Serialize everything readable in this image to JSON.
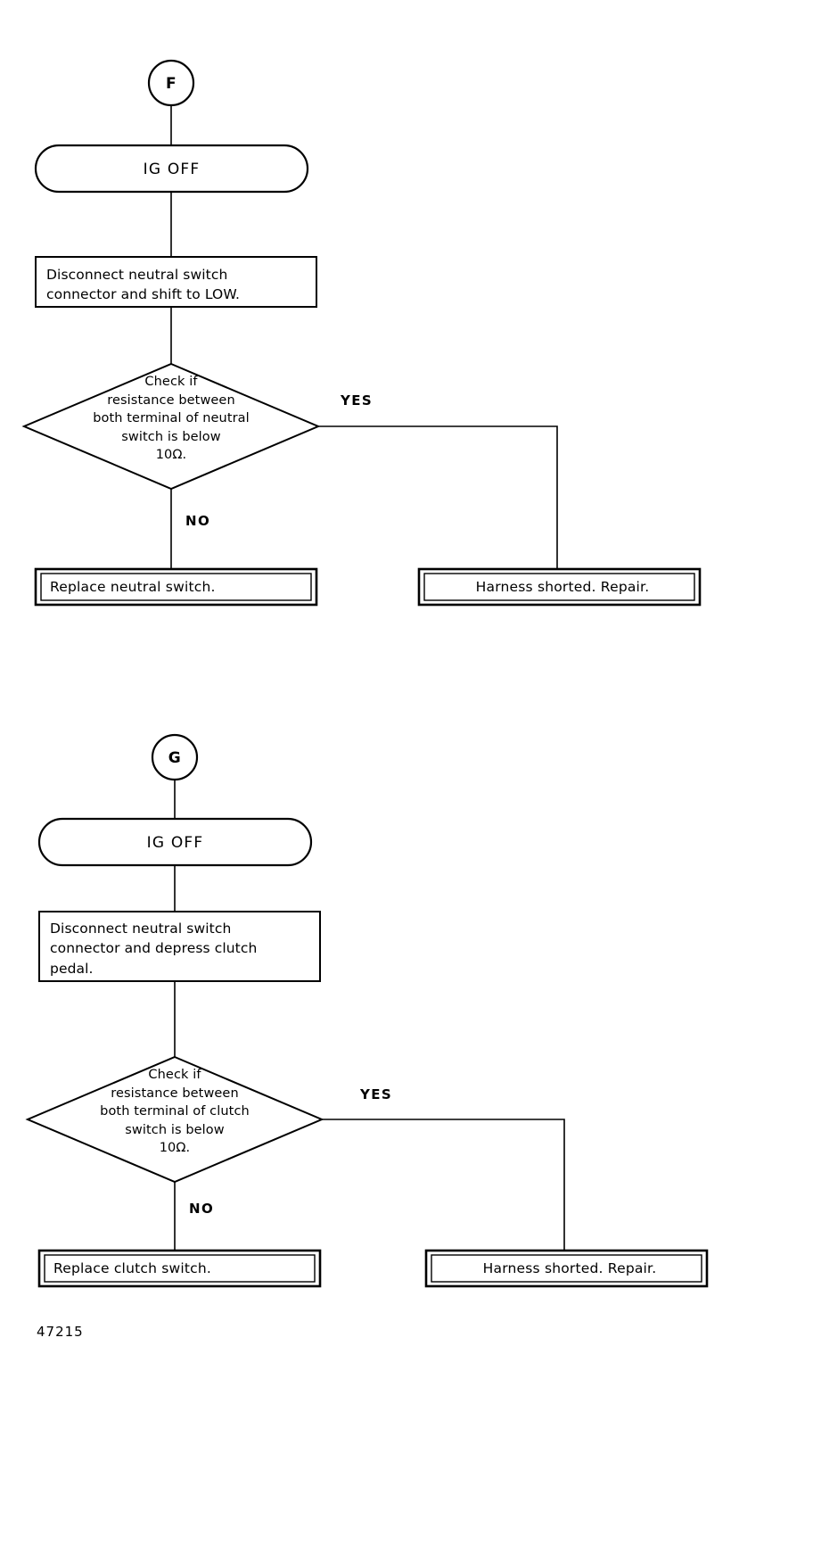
{
  "document": {
    "figure_number": "47215",
    "type": "troubleshooting-flowchart",
    "ink_color": "#000000",
    "background_color": "#ffffff"
  },
  "charts": [
    {
      "id": "chart-f",
      "connector": {
        "label": "F",
        "shape": "circle"
      },
      "start": {
        "label": "IG OFF",
        "shape": "stadium"
      },
      "process": {
        "label": "Disconnect neutral switch\nconnector and shift to LOW.",
        "shape": "rectangle"
      },
      "decision": {
        "label": "Check if\nresistance between\nboth terminal of neutral\nswitch is below\n10Ω.",
        "shape": "diamond"
      },
      "branch_yes": {
        "label": "YES"
      },
      "branch_no": {
        "label": "NO"
      },
      "result_no": {
        "label": "Replace neutral switch.",
        "shape": "double-rectangle"
      },
      "result_yes": {
        "label": "Harness shorted.  Repair.",
        "shape": "double-rectangle"
      }
    },
    {
      "id": "chart-g",
      "connector": {
        "label": "G",
        "shape": "circle"
      },
      "start": {
        "label": "IG OFF",
        "shape": "stadium"
      },
      "process": {
        "label": "Disconnect neutral switch\nconnector and depress clutch\npedal.",
        "shape": "rectangle"
      },
      "decision": {
        "label": "Check if\nresistance between\nboth terminal of clutch\nswitch is below\n10Ω.",
        "shape": "diamond"
      },
      "branch_yes": {
        "label": "YES"
      },
      "branch_no": {
        "label": "NO"
      },
      "result_no": {
        "label": "Replace clutch switch.",
        "shape": "double-rectangle"
      },
      "result_yes": {
        "label": "Harness shorted.  Repair.",
        "shape": "double-rectangle"
      }
    }
  ]
}
